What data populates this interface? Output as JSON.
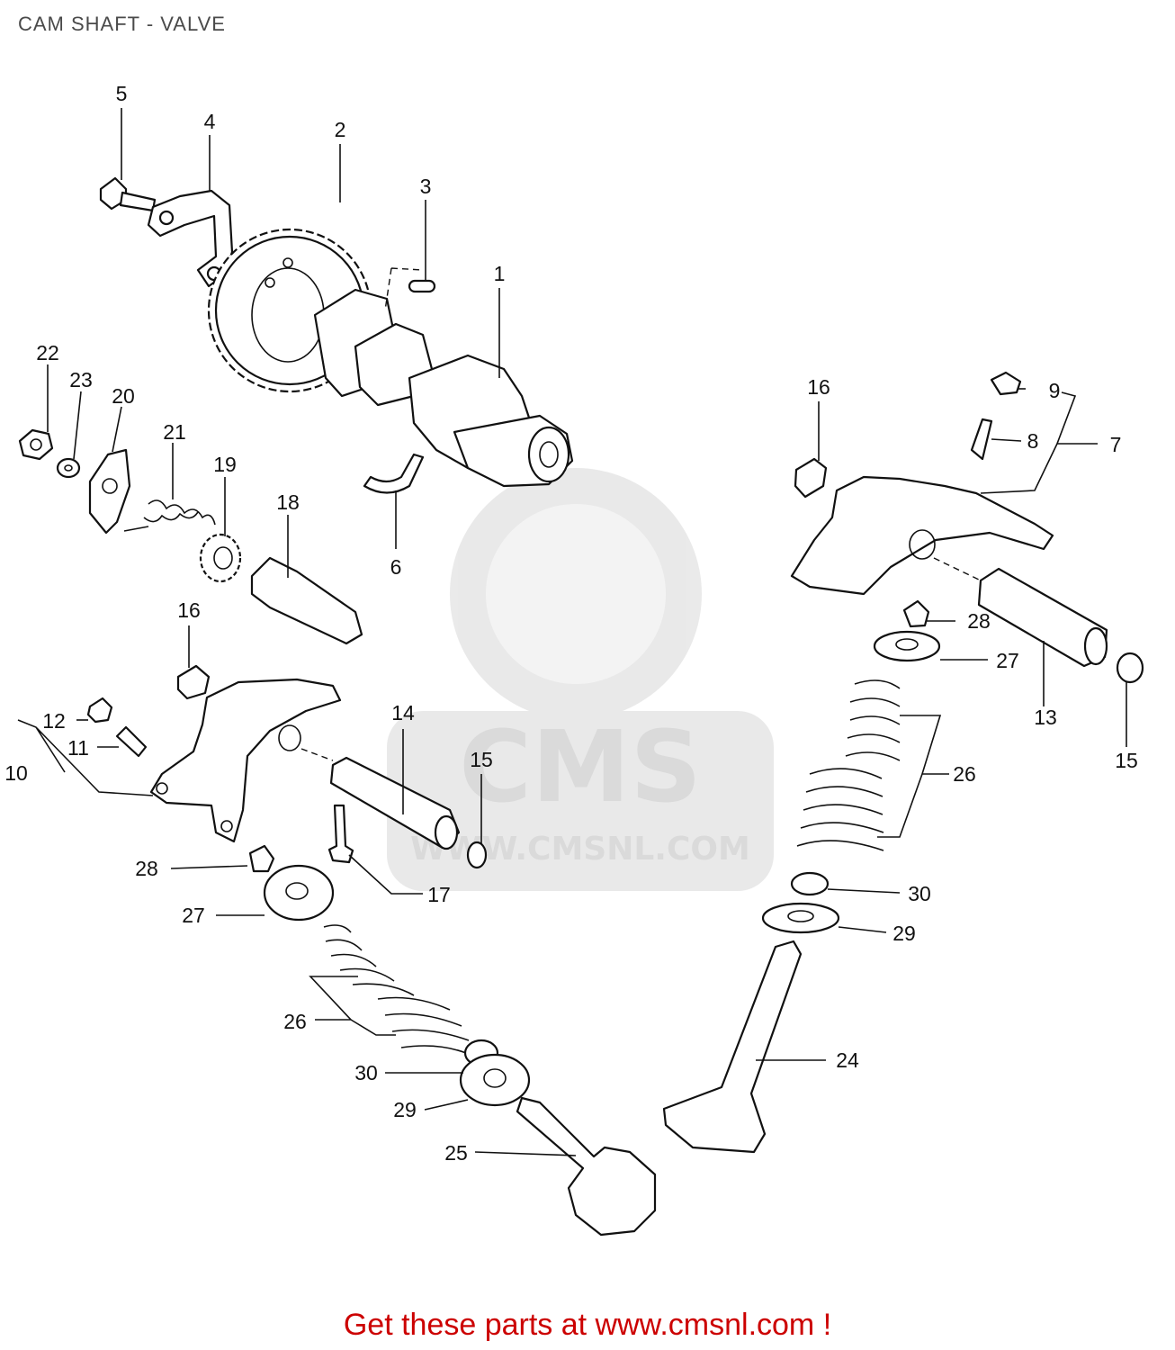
{
  "title": "CAM SHAFT - VALVE",
  "footer": {
    "text": "Get these parts at www.cmsnl.com !",
    "color": "#cc0000"
  },
  "watermark": {
    "brand": "CMS",
    "url": "WWW.CMSNL.COM"
  },
  "callouts": {
    "c1": "1",
    "c2": "2",
    "c3": "3",
    "c4": "4",
    "c5": "5",
    "c6": "6",
    "c7": "7",
    "c8": "8",
    "c9": "9",
    "c10": "10",
    "c11": "11",
    "c12": "12",
    "c13": "13",
    "c14": "14",
    "c15a": "15",
    "c15b": "15",
    "c16a": "16",
    "c16b": "16",
    "c17": "17",
    "c18": "18",
    "c19": "19",
    "c20": "20",
    "c21": "21",
    "c22": "22",
    "c23": "23",
    "c24": "24",
    "c25": "25",
    "c26a": "26",
    "c26b": "26",
    "c27a": "27",
    "c27b": "27",
    "c28a": "28",
    "c28b": "28",
    "c29a": "29",
    "c29b": "29",
    "c30a": "30",
    "c30b": "30"
  }
}
